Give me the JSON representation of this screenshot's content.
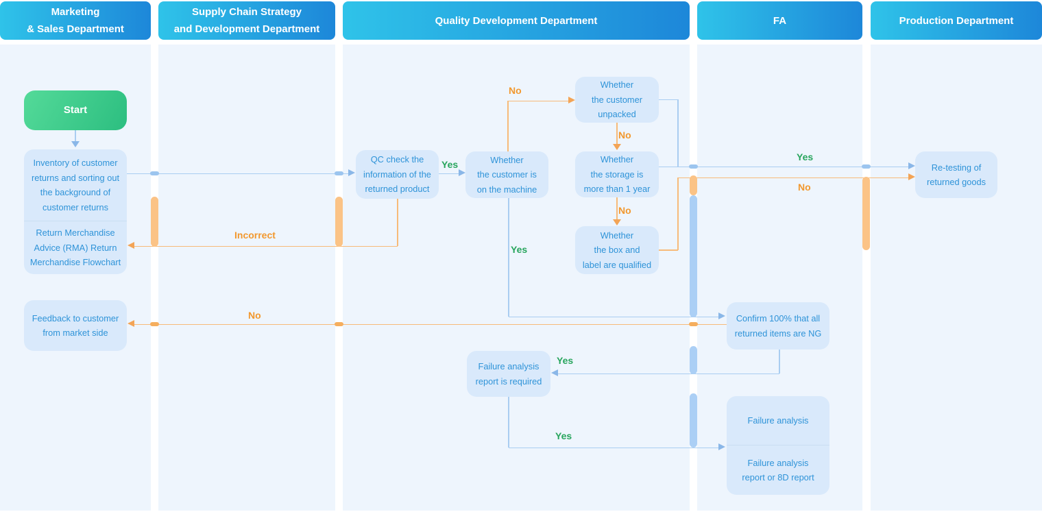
{
  "lanes": [
    {
      "id": "marketing",
      "title": "Marketing\n& Sales Department"
    },
    {
      "id": "supply",
      "title": "Supply Chain Strategy\nand Development Department"
    },
    {
      "id": "quality",
      "title": "Quality Development Department"
    },
    {
      "id": "fa",
      "title": "FA"
    },
    {
      "id": "production",
      "title": "Production Department"
    }
  ],
  "nodes": {
    "start": "Start",
    "inventory": "Inventory of customer\nreturns and sorting out\nthe background of\ncustomer returns",
    "rma": "Return Merchandise\nAdvice (RMA) Return\nMerchandise Flowchart",
    "feedback": "Feedback to customer\nfrom market side",
    "qc_check": "QC check the\ninformation of the\nreturned product",
    "on_machine": "Whether\nthe customer is\non the machine",
    "unpacked": "Whether\nthe customer\nunpacked",
    "storage": "Whether\nthe storage is\nmore than 1 year",
    "box_label": "Whether\nthe box and\nlabel are qualified",
    "confirm_ng": "Confirm 100% that all\nreturned items are NG",
    "fa_required": "Failure analysis\nreport is required",
    "failure_analysis": "Failure analysis",
    "fa_report": "Failure analysis\nreport or 8D report",
    "retesting": "Re-testing of\nreturned goods"
  },
  "edge_labels": {
    "qc_yes": "Yes",
    "machine_yes": "Yes",
    "unpacked_no": "No",
    "storage_no": "No",
    "boxlabel_no": "No",
    "retest_yes": "Yes",
    "retest_no": "No",
    "incorrect": "Incorrect",
    "feedback_no": "No",
    "confirm_yes": "Yes",
    "fa_yes": "Yes"
  },
  "colors": {
    "lane_bg": "#eef5fd",
    "header_g1": "#2fc3e9",
    "header_g2": "#1d87d9",
    "start_g1": "#54da99",
    "start_g2": "#2cbe80",
    "node_fill": "#d9e9fb",
    "node_text": "#2e93d8",
    "divider": "#c9def2",
    "blue_line": "#a9cdf1",
    "blue_arrow": "#8ab7e8",
    "orange_line": "#f7ba79",
    "orange_arrow": "#f3a456",
    "green_label": "#28a55d",
    "orange_label": "#f2982e",
    "bridge_blue": "#9cc5ef",
    "bridge_orange": "#f5ae5e",
    "bar_blue": "#abcff5",
    "bar_orange": "#fbc386"
  }
}
